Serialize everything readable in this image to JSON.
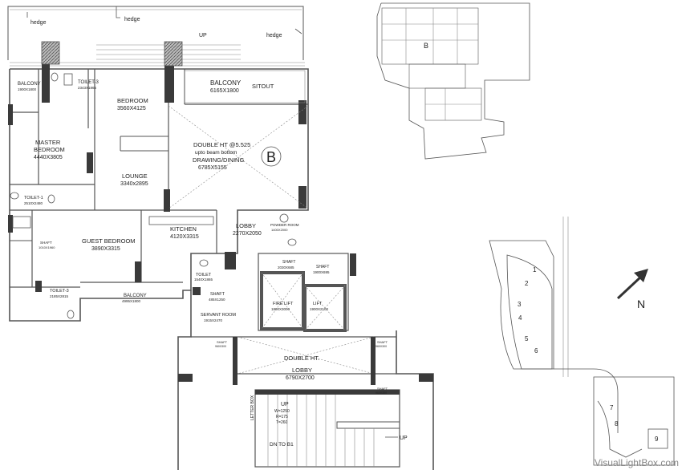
{
  "hedge_labels": [
    "hedge",
    "hedge",
    "hedge"
  ],
  "up_top": "UP",
  "rooms": {
    "balcony_left": {
      "name": "BALCONY",
      "dim": "1900X1800"
    },
    "toilet3_top": {
      "name": "TOILET-3",
      "dim": "2343X1865"
    },
    "bedroom": {
      "name": "BEDROOM",
      "dim": "3560X4125"
    },
    "balcony_top": {
      "name": "BALCONY",
      "dim": "6165X1800"
    },
    "sitout": {
      "name": "SITOUT"
    },
    "master_bedroom": {
      "name1": "MASTER",
      "name2": "BEDROOM",
      "dim": "4440X3805"
    },
    "double_ht": {
      "line1": "DOUBLE HT @5.525",
      "line2": "upto beam bottom",
      "line3": "DRAWING/DINING",
      "dim": "6785X5155"
    },
    "lounge": {
      "name": "LOUNGE",
      "dim": "3340x2895"
    },
    "toilet1": {
      "name": "TOILET-1",
      "dim": "2510X2480"
    },
    "kitchen": {
      "name": "KITCHEN",
      "dim": "4120X3315"
    },
    "lobby": {
      "name": "LOBBY",
      "dim": "2270X2050"
    },
    "powder_room": {
      "name": "POWDER ROOM",
      "dim": "1400X2000"
    },
    "guest_bedroom": {
      "name": "GUEST BEDROOM",
      "dim": "3890X3315"
    },
    "shaft_left": {
      "name": "SHAFT",
      "dim": "1010X1960"
    },
    "shaft_a": {
      "name": "SHAFT",
      "dim": "2030X685"
    },
    "shaft_b": {
      "name": "SHAFT",
      "dim": "1900X695"
    },
    "toilet_small": {
      "name": "TOILET",
      "dim": "1540X1865"
    },
    "toilet3_bottom": {
      "name": "TOILET-3",
      "dim": "2185X2815"
    },
    "balcony_bottom": {
      "name": "BALCONY",
      "dim": "4995X1800"
    },
    "shaft_c": {
      "name": "SHAFT",
      "dim": "485X1250"
    },
    "fire_lift": {
      "name": "FIRE LIFT",
      "dim": "1800X3000"
    },
    "lift": {
      "name": "LIFT",
      "dim": "1900X2100"
    },
    "servant_room": {
      "name": "SERVANT ROOM",
      "dim": "1915X2470"
    },
    "double_ht_lobby": {
      "line1": "DOUBLE HT.",
      "line2": "LOBBY",
      "dim": "6790X2700"
    },
    "shaft_small_left": {
      "name": "SHAFT",
      "dim": "960X300"
    },
    "shaft_small_right": {
      "name": "SHAFT",
      "dim": "960X300"
    },
    "shaft_small_bottom": {
      "name": "SHAFT",
      "dim": "960X300"
    }
  },
  "stair": {
    "up": "UP",
    "w": "W=1250",
    "r": "R=175",
    "t": "T=260",
    "dn": "DN TO B1",
    "up2": "UP",
    "letter_box": "LETTER BOX"
  },
  "unit_mark": "B",
  "key_plan_mark": "B",
  "north": "N",
  "site_numbers": [
    "1",
    "2",
    "3",
    "4",
    "5",
    "6",
    "7",
    "8",
    "9"
  ],
  "watermark": "VisualLightBox.com"
}
